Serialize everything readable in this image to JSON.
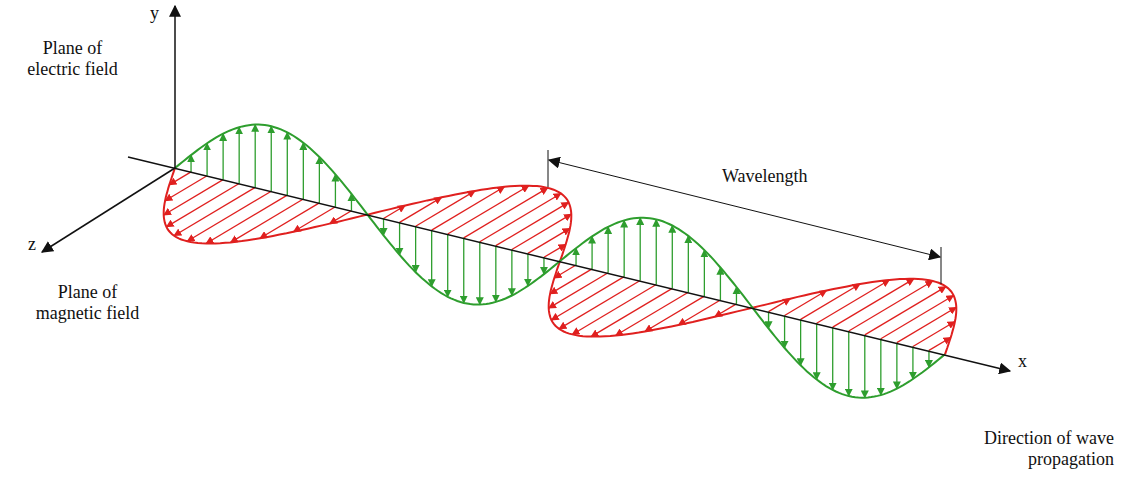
{
  "diagram": {
    "labels": [
      "y",
      "Plane of electric field",
      "z",
      "Plane of magnetic field",
      "Wavelength",
      "x",
      "Direction of wave propagation"
    ]
  }
}
